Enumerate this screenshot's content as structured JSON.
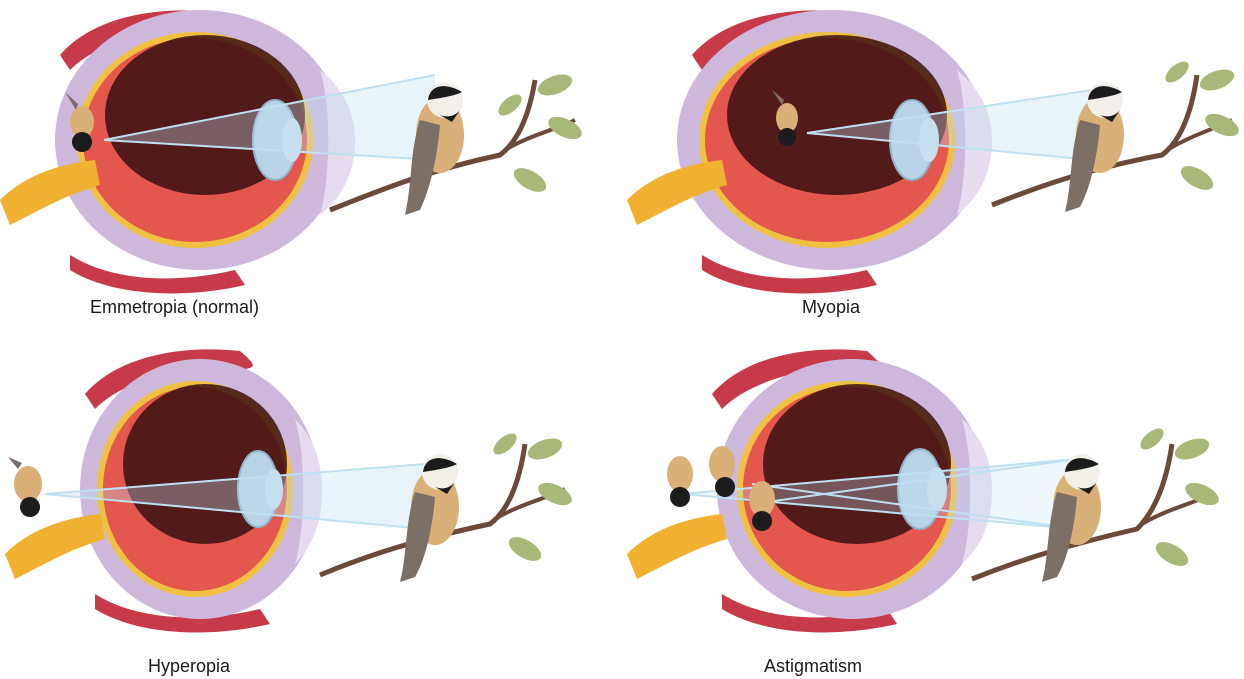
{
  "figure": {
    "panels": [
      {
        "condition": "emmetropia",
        "caption": "Emmetropia (normal)",
        "focus": "on-retina"
      },
      {
        "condition": "myopia",
        "caption": "Myopia",
        "focus": "in-front-of-retina"
      },
      {
        "condition": "hyperopia",
        "caption": "Hyperopia",
        "focus": "behind-retina"
      },
      {
        "condition": "astigmatism",
        "caption": "Astigmatism",
        "focus": "multiple-points"
      }
    ]
  },
  "colors": {
    "sclera": "#cdb8dc",
    "sclera_dark": "#a98cc4",
    "muscle": "#c73a4a",
    "retina_inner": "#3a0f12",
    "retina_outer": "#e4574e",
    "yellow_layer": "#f0c040",
    "nerve": "#f0b030",
    "lens": "#b8d4e6",
    "light_ray": "#bfe0f2",
    "bird_body": "#d9b078",
    "bird_wing": "#7b6f66",
    "bird_cap": "#1c1c1c",
    "branch": "#6b4a3a",
    "leaf": "#a8b878"
  }
}
